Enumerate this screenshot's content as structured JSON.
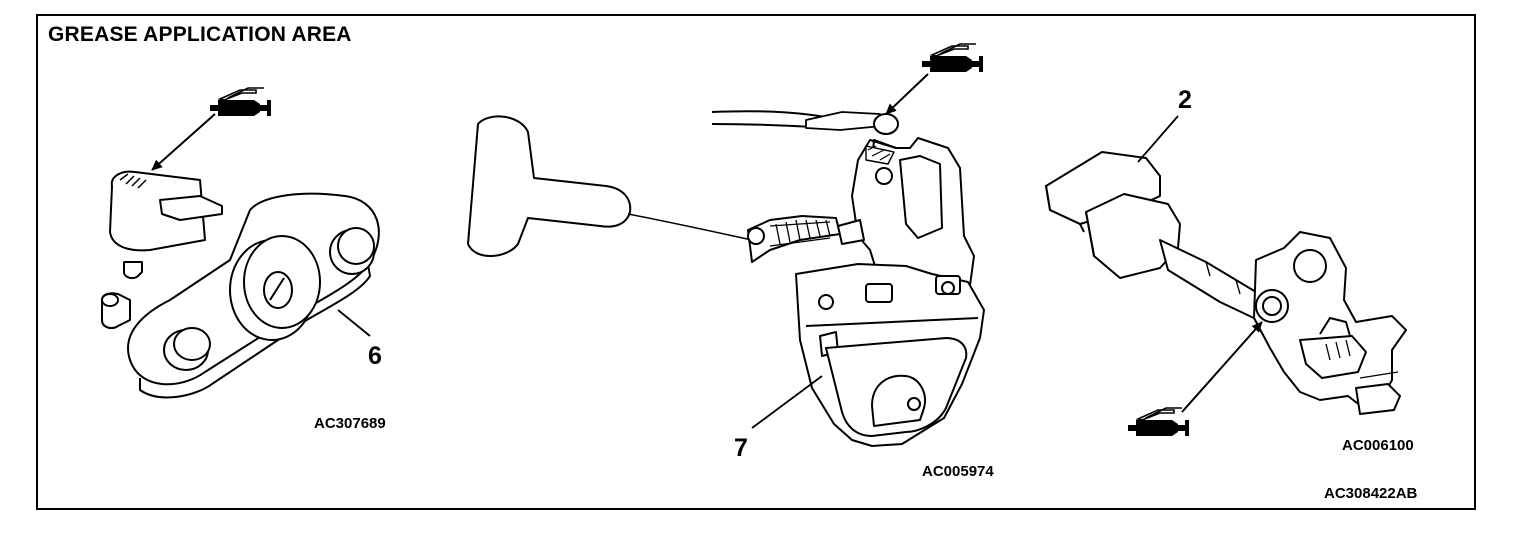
{
  "header": {
    "title": "GREASE APPLICATION AREA"
  },
  "figure_code": "AC308422AB",
  "panels": [
    {
      "part_number": "6",
      "code": "AC307689",
      "grease_icon": "grease-gun-icon"
    },
    {
      "part_number": "7",
      "code": "AC005974",
      "grease_icon": "grease-gun-icon"
    },
    {
      "part_number": "2",
      "code": "AC006100",
      "grease_icon": "grease-gun-icon"
    }
  ]
}
